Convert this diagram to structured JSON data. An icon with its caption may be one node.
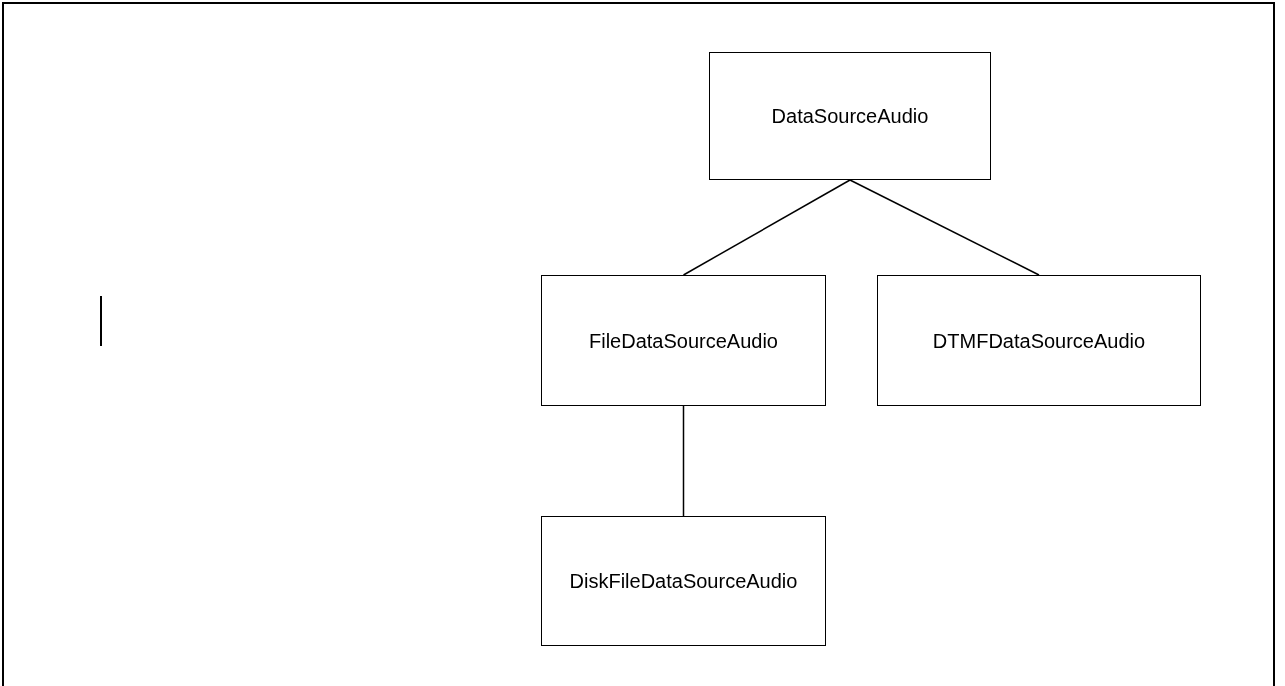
{
  "diagram": {
    "nodes": [
      {
        "text": [
          "DataSourceAudio"
        ]
      },
      {
        "text": [
          "FileDataSourceAudio"
        ]
      },
      {
        "text": [
          "DTMFDataSourceAudio"
        ]
      },
      {
        "text": [
          "DiskFileDataSourceAudio"
        ]
      }
    ],
    "edges": [
      {
        "from": 0,
        "to": 1,
        "arrow": "none"
      },
      {
        "from": 0,
        "to": 2,
        "arrow": "none"
      },
      {
        "from": 1,
        "to": 3,
        "arrow": "none"
      }
    ]
  }
}
